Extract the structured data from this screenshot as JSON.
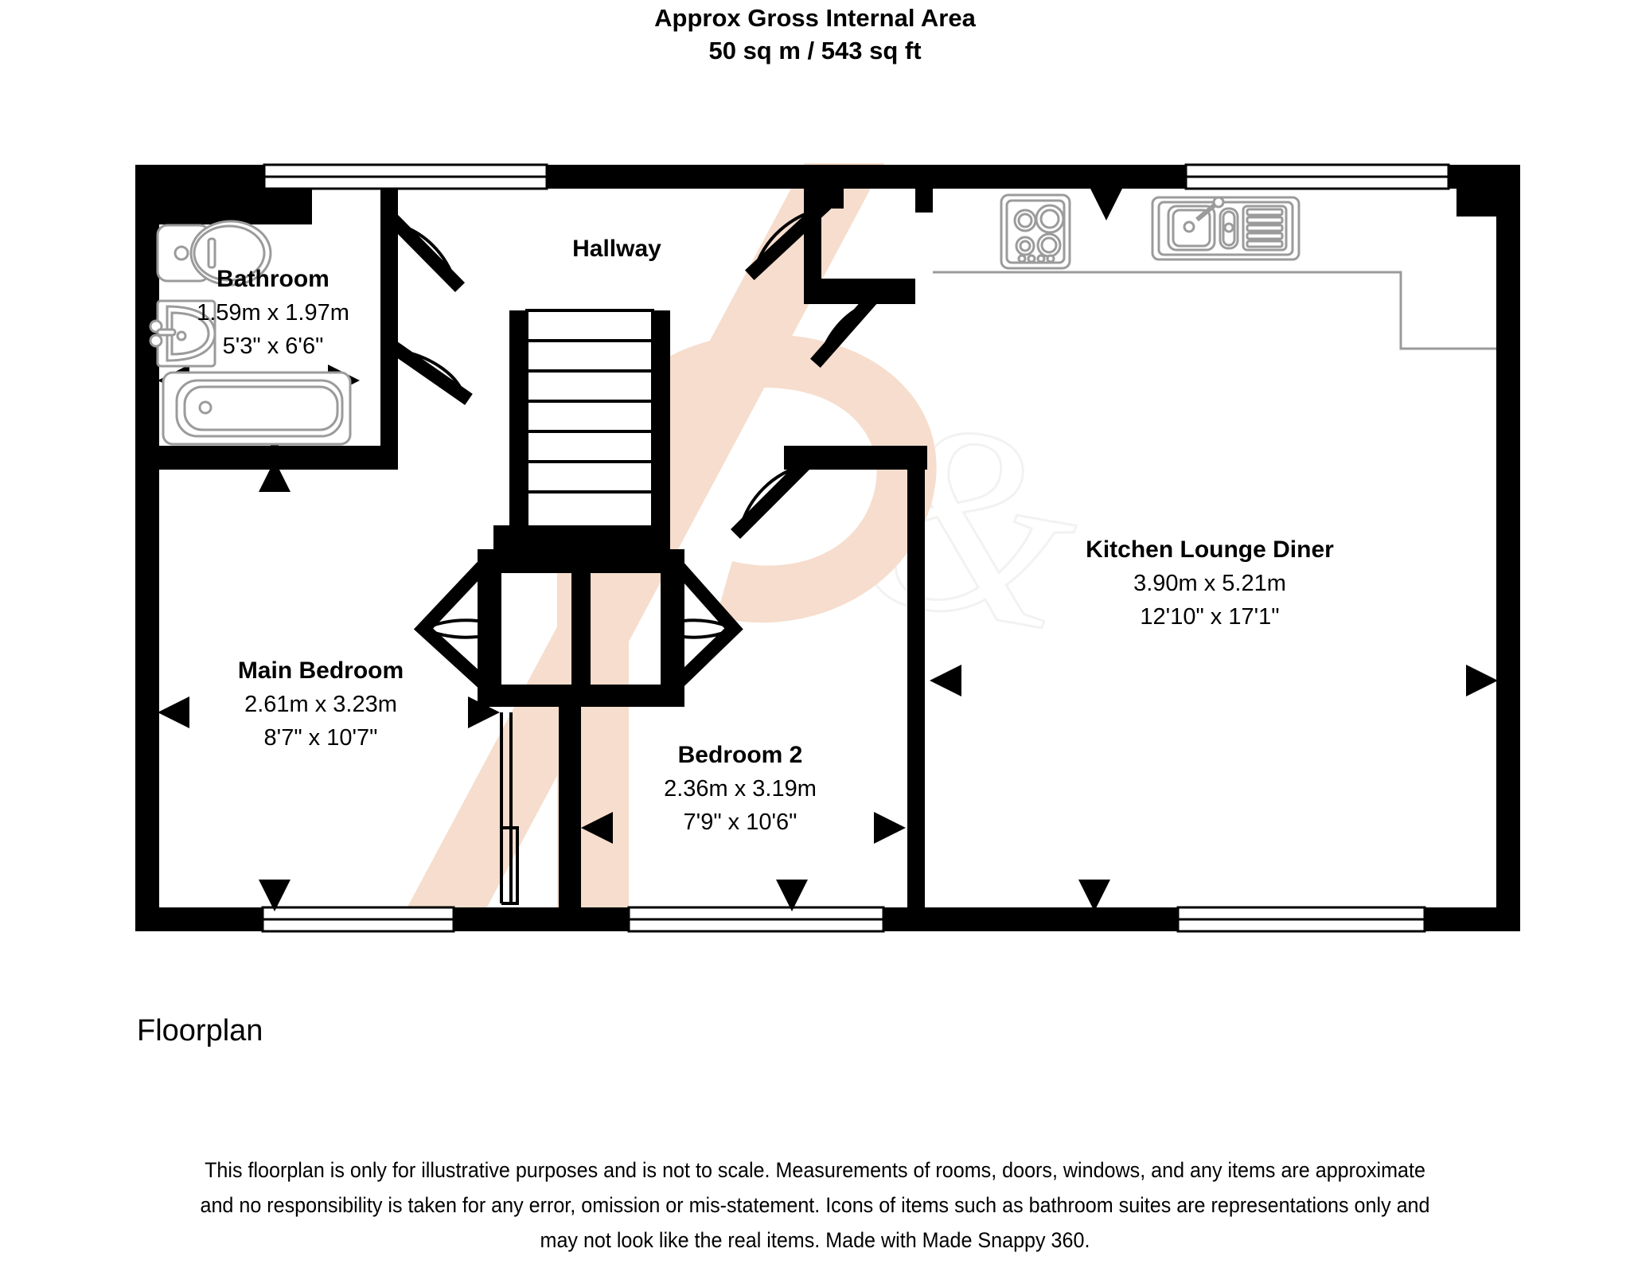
{
  "header": {
    "line1": "Approx Gross Internal Area",
    "line2": "50 sq m / 543 sq ft"
  },
  "caption": "Floorplan",
  "watermark": {
    "letter": "R",
    "ampersand": "&",
    "stroke_color": "#f6ddcd",
    "dark_color": "#3a1c0c",
    "faint_color": "#f4f4f2"
  },
  "rooms": [
    {
      "id": "bathroom",
      "name": "Bathroom",
      "dim_metric": "1.59m x 1.97m",
      "dim_imperial": "5'3\" x 6'6\""
    },
    {
      "id": "hallway",
      "name": "Hallway",
      "dim_metric": "",
      "dim_imperial": ""
    },
    {
      "id": "kitchen-lounge-diner",
      "name": "Kitchen Lounge Diner",
      "dim_metric": "3.90m x 5.21m",
      "dim_imperial": "12'10\" x 17'1\""
    },
    {
      "id": "main-bedroom",
      "name": "Main Bedroom",
      "dim_metric": "2.61m x 3.23m",
      "dim_imperial": "8'7\" x 10'7\""
    },
    {
      "id": "bedroom-2",
      "name": "Bedroom 2",
      "dim_metric": "2.36m x 3.19m",
      "dim_imperial": "7'9\" x 10'6\""
    }
  ],
  "fixtures": [
    {
      "id": "toilet",
      "icon": "toilet-icon"
    },
    {
      "id": "basin",
      "icon": "wash-basin-icon"
    },
    {
      "id": "bath",
      "icon": "bathtub-icon"
    },
    {
      "id": "hob",
      "icon": "hob-icon"
    },
    {
      "id": "sink",
      "icon": "kitchen-sink-icon"
    },
    {
      "id": "stairs",
      "icon": "staircase-icon"
    }
  ],
  "disclaimer": {
    "line1": "This floorplan is only for illustrative purposes and is not to scale. Measurements of rooms, doors, windows, and any items are approximate",
    "line2": "and no responsibility is taken for any error, omission or mis-statement. Icons of items such as bathroom suites are representations only and",
    "line3": "may not look like the real items. Made with Made Snappy 360."
  },
  "colors": {
    "wall": "#000000",
    "fixture_outline": "#9b9b9b",
    "background": "#ffffff",
    "watermark_peach": "#f6ddcd",
    "watermark_brown": "#3a1c0c"
  }
}
